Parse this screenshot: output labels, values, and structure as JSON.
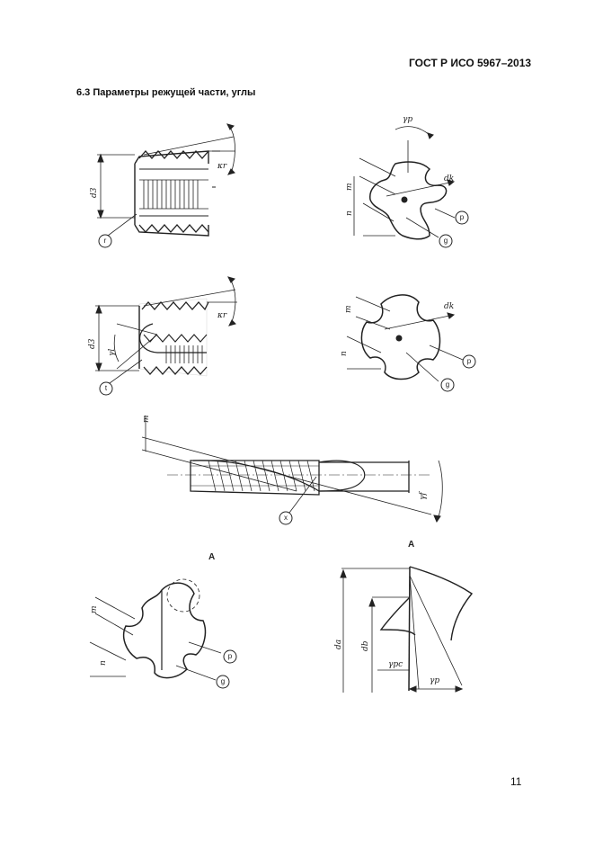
{
  "header": {
    "standard": "ГОСТ Р ИСО 5967–2013",
    "section_title": "6.3 Параметры режущей части, углы"
  },
  "figures": {
    "fig1": {
      "angle": "κr",
      "diameter": "d3",
      "callout": "r"
    },
    "fig2": {
      "angle_chamfer": "κr",
      "angle_side": "γl",
      "diameter": "d3",
      "callout": "t"
    },
    "fig3": {
      "angle": "γp",
      "dim_m": "m",
      "dim_n": "n",
      "diameter": "dk",
      "callout_p": "p",
      "callout_g": "g"
    },
    "fig4": {
      "dim_m": "m",
      "dim_n": "n",
      "diameter": "dk",
      "callout_p": "p",
      "callout_g": "g"
    },
    "fig5": {
      "dim_m": "m",
      "angle": "γf",
      "callout": "x"
    },
    "fig6": {
      "detail": "A",
      "dim_m": "m",
      "dim_n": "n",
      "callout_p": "p",
      "callout_g": "g"
    },
    "fig7": {
      "detail": "A",
      "dia_a": "da",
      "dia_b": "db",
      "angle_pc": "γpc",
      "angle_p": "γp"
    }
  },
  "footer": {
    "page_number": "11"
  }
}
